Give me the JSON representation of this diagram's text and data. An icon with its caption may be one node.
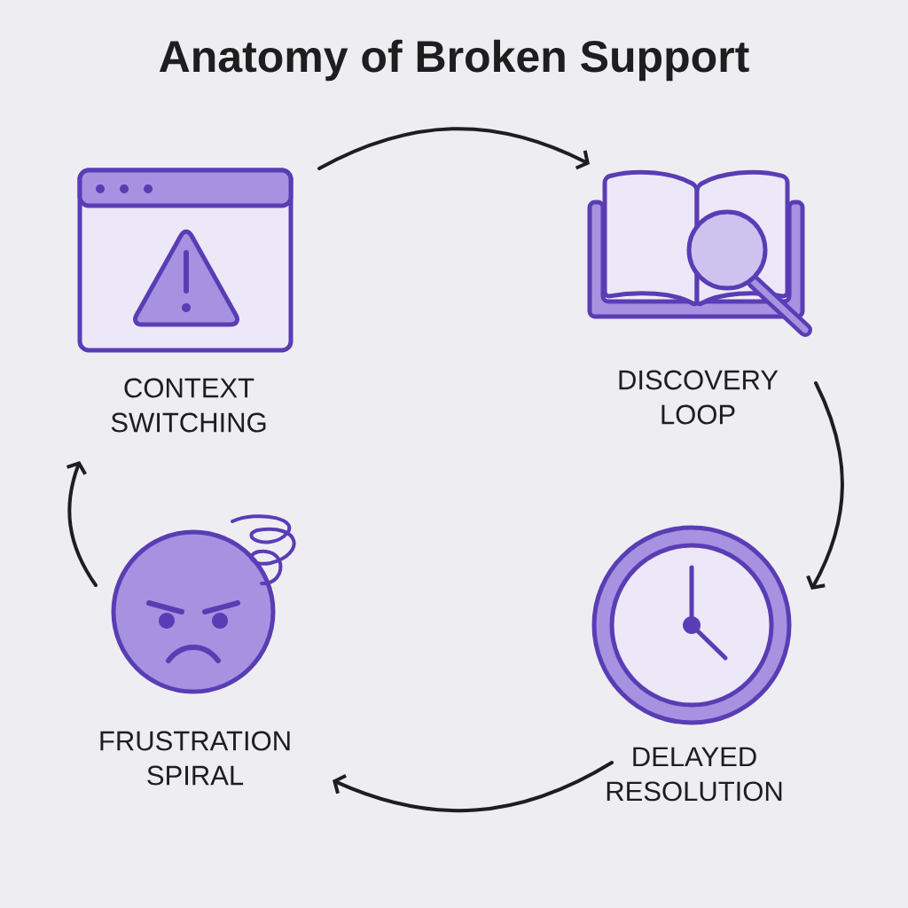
{
  "diagram": {
    "title": "Anatomy of Broken Support",
    "nodes": [
      {
        "text": [
          "CONTEXT SWITCHING"
        ]
      },
      {
        "text": [
          "DISCOVERY LOOP"
        ]
      },
      {
        "text": [
          "DELAYED RESOLUTION"
        ]
      },
      {
        "text": [
          "FRUSTRATION SPIRAL"
        ]
      }
    ],
    "edges": [
      {
        "from": 0,
        "to": 1,
        "arrow": "to"
      },
      {
        "from": 1,
        "to": 2,
        "arrow": "to"
      },
      {
        "from": 2,
        "to": 3,
        "arrow": "to"
      },
      {
        "from": 3,
        "to": 0,
        "arrow": "to"
      }
    ]
  }
}
